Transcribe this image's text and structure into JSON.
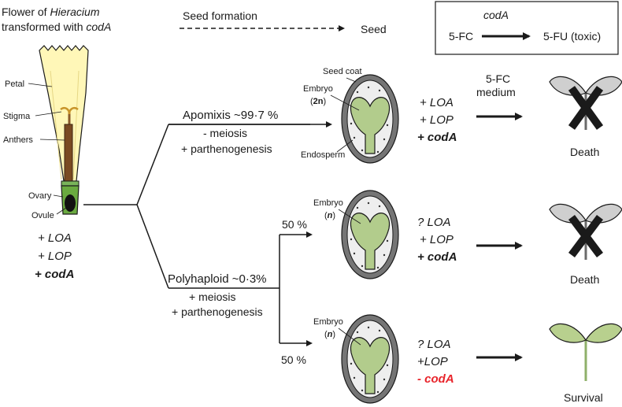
{
  "header": {
    "flower_title_line1_prefix": "Flower of ",
    "flower_title_line1_italic": "Hieracium",
    "flower_title_line2_prefix": "transformed with ",
    "flower_title_line2_italic": "codA",
    "seed_formation": "Seed formation",
    "seed": "Seed"
  },
  "reaction_box": {
    "enzyme": "codA",
    "substrate": "5-FC",
    "product": "5-FU (toxic)"
  },
  "flower": {
    "petal": "Petal",
    "stigma": "Stigma",
    "anthers": "Anthers",
    "ovary": "Ovary",
    "ovule": "Ovule",
    "markers": [
      "+ LOA",
      "+ LOP",
      "+ codA"
    ]
  },
  "apomixis": {
    "title": "Apomixis ~99·7 %",
    "line2": "- meiosis",
    "line3": "+ parthenogenesis",
    "seed_coat": "Seed coat",
    "embryo": "Embryo",
    "ploidy": "2n",
    "endosperm": "Endosperm",
    "markers": [
      "+ LOA",
      "+ LOP",
      "+ codA"
    ],
    "medium_line1": "5-FC",
    "medium_line2": "medium",
    "outcome": "Death"
  },
  "polyhaploid": {
    "title": "Polyhaploid ~0·3%",
    "line2": "+ meiosis",
    "line3": "+ parthenogenesis",
    "branch_top_pct": "50 %",
    "branch_bottom_pct": "50 %",
    "upper": {
      "embryo": "Embryo",
      "ploidy": "n",
      "markers": [
        "? LOA",
        "+ LOP",
        "+ codA"
      ],
      "outcome": "Death"
    },
    "lower": {
      "embryo": "Embryo",
      "ploidy": "n",
      "markers": [
        "? LOA",
        "+LOP",
        "- codA"
      ],
      "outcome": "Survival"
    }
  },
  "colors": {
    "petal": "#fff7b8",
    "embryo": "#b2cc8c",
    "seed_coat": "#757575",
    "endosperm": "#eeeeee",
    "seedling_dead": "#cfcfcf",
    "seedling_alive": "#b8d08e",
    "coda_absent": "#e8242b"
  }
}
